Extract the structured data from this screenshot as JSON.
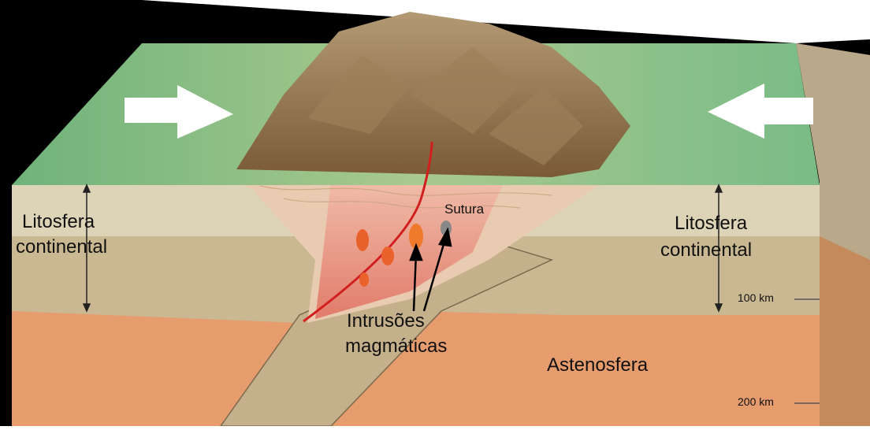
{
  "labels": {
    "left_lithosphere_line1": "Litosfera",
    "left_lithosphere_line2": "continental",
    "right_lithosphere_line1": "Litosfera",
    "right_lithosphere_line2": "continental",
    "suture": "Sutura",
    "intrusions_line1": "Intrusões",
    "intrusions_line2": "magmáticas",
    "asthenosphere": "Astenosfera",
    "depth_100": "100 km",
    "depth_200": "200 km"
  },
  "colors": {
    "land_green": "#7fbf7f",
    "mountain_brown": "#8a6a45",
    "lithosphere_tan": "#d9cfb0",
    "mantle_lithosphere": "#c4b08a",
    "asthenosphere": "#e49a6a",
    "magma_red": "#d93a2a",
    "suture_line": "#d11f1f",
    "arrow_white": "#ffffff"
  },
  "icons": {
    "left_arrow": "arrow-right-icon",
    "right_arrow": "arrow-left-icon"
  }
}
